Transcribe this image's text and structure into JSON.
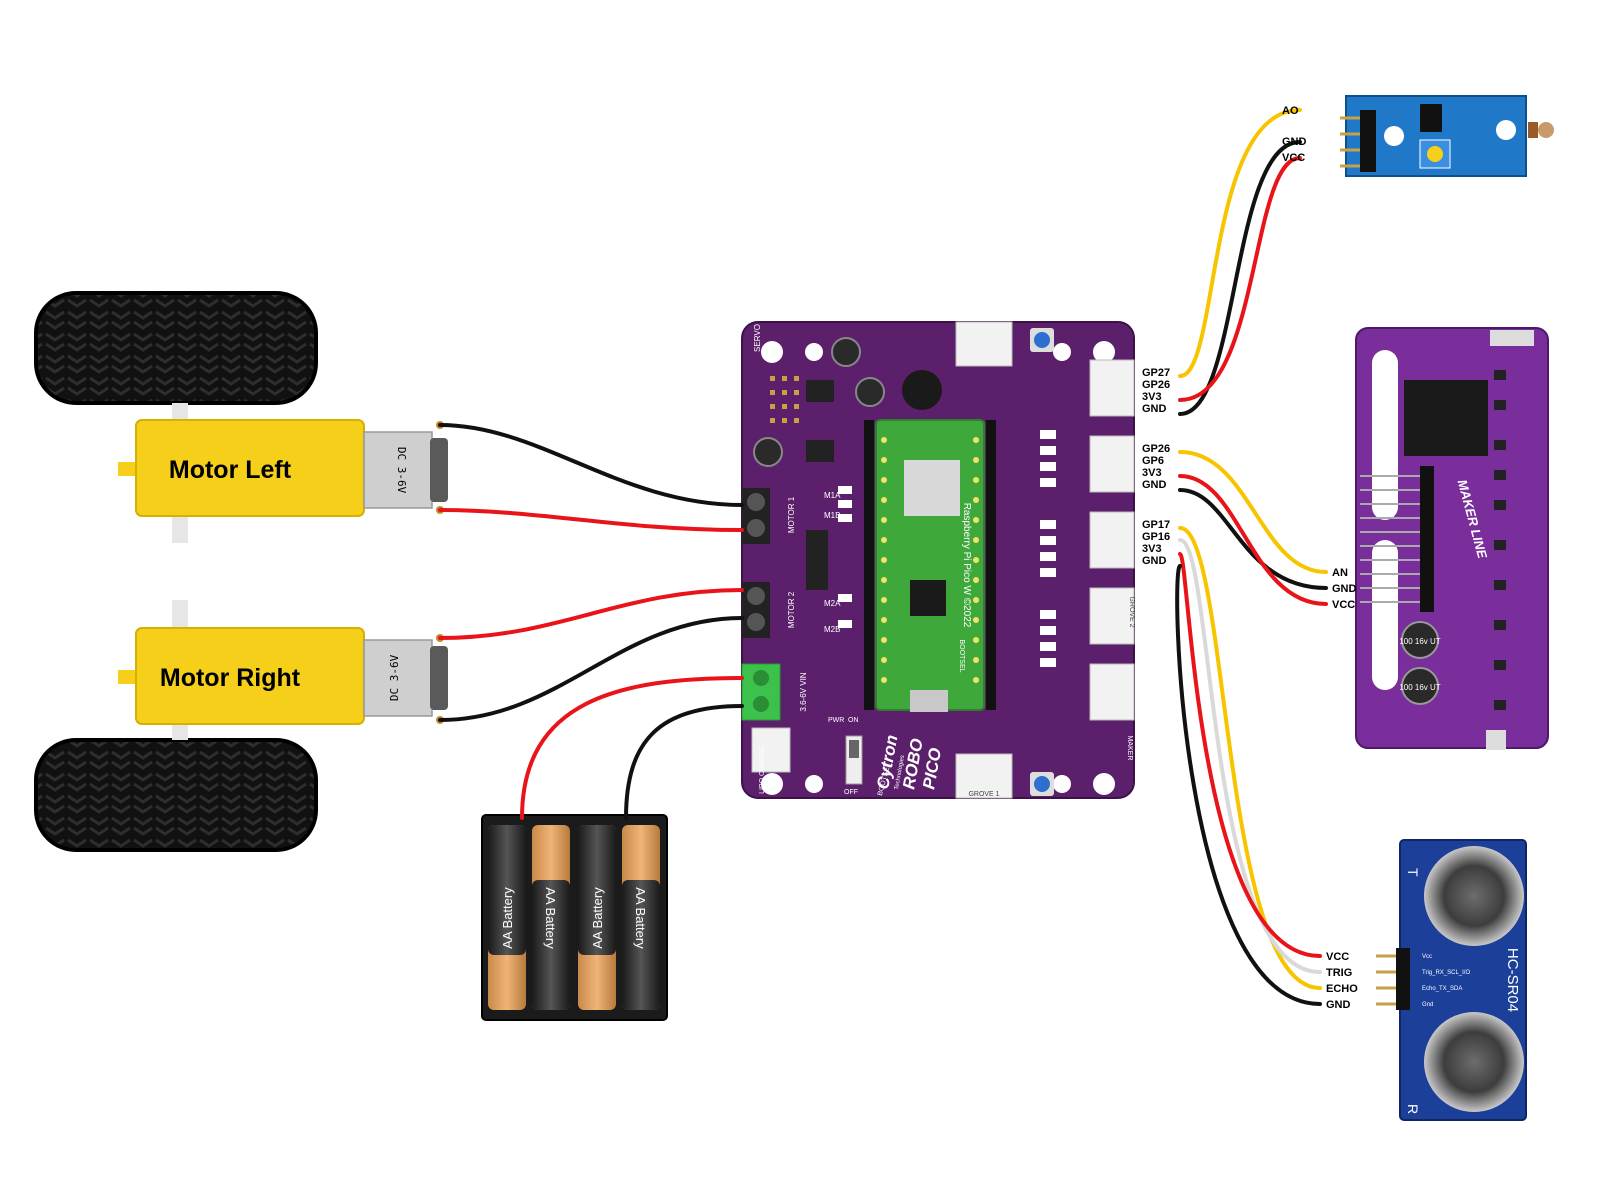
{
  "motors": {
    "left": {
      "label": "Motor Left",
      "spec": "DC 3-6V"
    },
    "right": {
      "label": "Motor Right",
      "spec": "DC 3-6V"
    }
  },
  "battery": {
    "cell_label": "AA Battery"
  },
  "board": {
    "brand": "Cytron",
    "brand_sub": "Technologies",
    "name_line1": "ROBO",
    "name_line2": "PICO",
    "pico_label": "Raspberry Pi Pico W ©2022",
    "motor1_label": "MOTOR 1",
    "motor2_label": "MOTOR 2",
    "vin_label": "3.6-6V VIN",
    "servo_label": "SERVO",
    "pwr_label": "PWR",
    "on_label": "ON",
    "off_label": "OFF",
    "lipo_label": "LIPO CHARGE",
    "maker_label": "MAKER",
    "grove_label": "GROVE 1",
    "grove2_label": "GROVE 2",
    "bootsel_label": "BOOTSEL",
    "m_labels": [
      "M1A",
      "M1B",
      "M2A",
      "M2B"
    ]
  },
  "pins": {
    "grove_top": [
      "GP27",
      "GP26",
      "3V3",
      "GND"
    ],
    "grove_mid": [
      "GP26",
      "GP6",
      "3V3",
      "GND"
    ],
    "grove_bot": [
      "GP17",
      "GP16",
      "3V3",
      "GND"
    ]
  },
  "sensors": {
    "ldr": {
      "pins": [
        "AO",
        "GND",
        "VCC"
      ]
    },
    "line": {
      "pins": [
        "AN",
        "GND",
        "VCC"
      ],
      "name": "MAKER LINE",
      "cap1": "100 16v UT",
      "cap2": "100 16v UT"
    },
    "ultrasonic": {
      "pins": [
        "VCC",
        "TRIG",
        "ECHO",
        "GND"
      ],
      "model": "HC-SR04",
      "pin_names": [
        "Vcc",
        "Trig_RX_SCL_I/O",
        "Echo_TX_SDA",
        "Gnd"
      ],
      "t_mark": "T",
      "r_mark": "R"
    }
  },
  "colors": {
    "board": "#5b1f6b",
    "pico": "#3ea83a",
    "motor": "#f5cf1a",
    "wire_red": "#e8141a",
    "wire_black": "#111111",
    "wire_yellow": "#f7c400",
    "wire_white": "#d9d9d9",
    "ldr_board": "#1f78c8",
    "line_board": "#7a2e9c",
    "sr04_board": "#1c3f9a"
  }
}
